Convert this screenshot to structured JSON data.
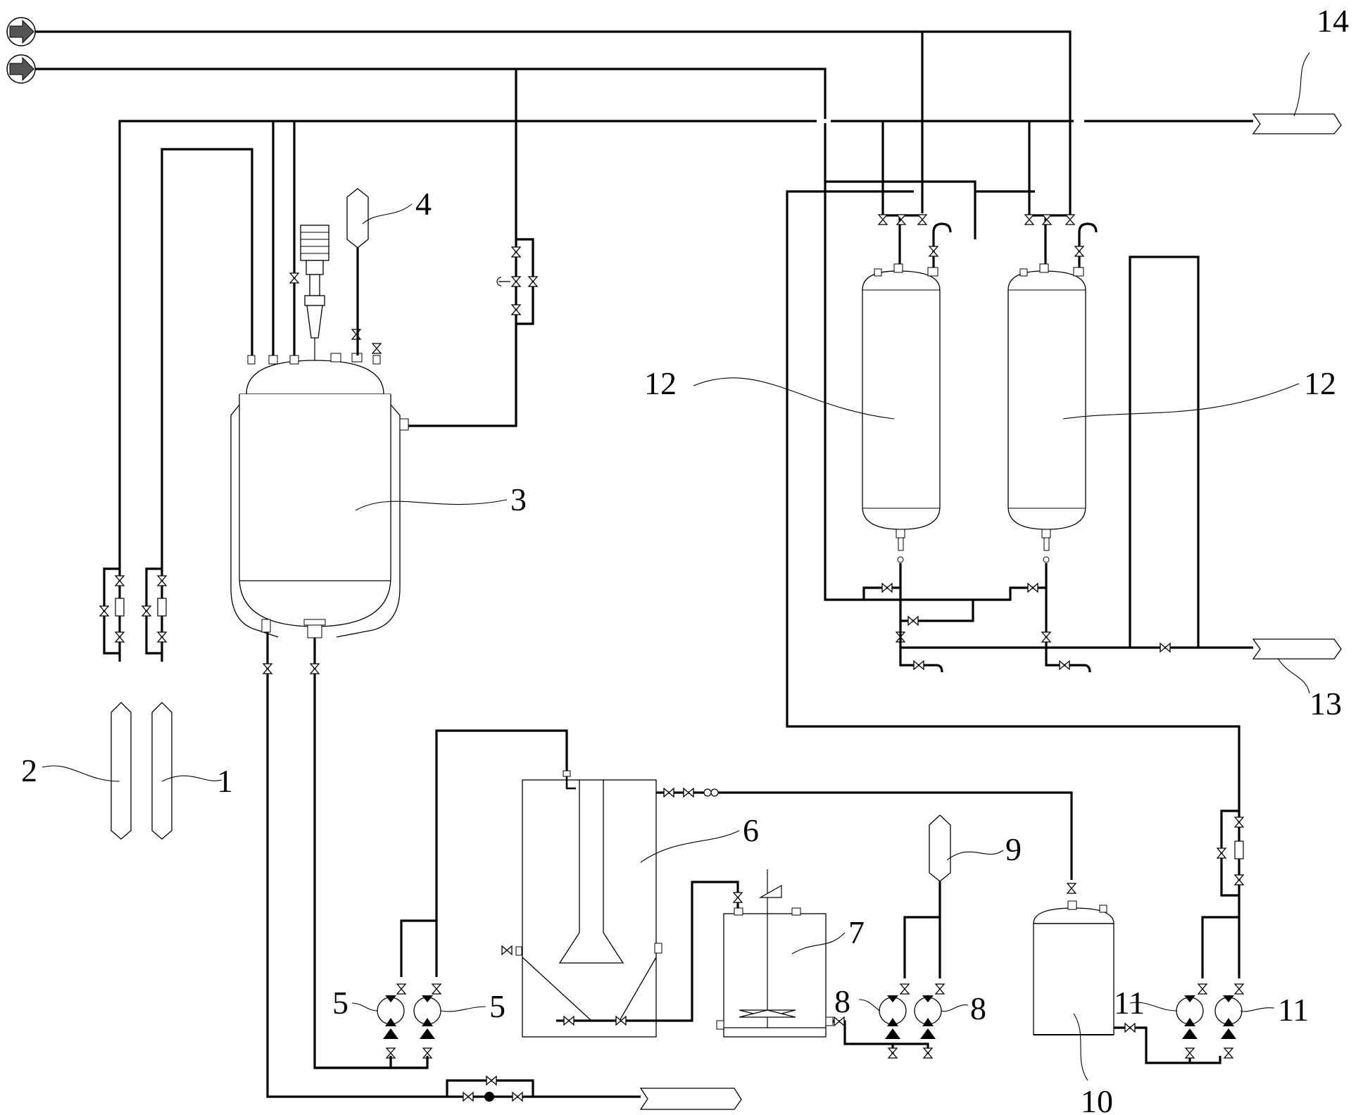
{
  "labels": {
    "l1": "1",
    "l2": "2",
    "l3": "3",
    "l4": "4",
    "l5a": "5",
    "l5b": "5",
    "l6": "6",
    "l7": "7",
    "l8a": "8",
    "l8b": "8",
    "l9": "9",
    "l10": "10",
    "l11a": "11",
    "l11b": "11",
    "l12a": "12",
    "l12b": "12",
    "l13": "13",
    "l14": "14"
  }
}
